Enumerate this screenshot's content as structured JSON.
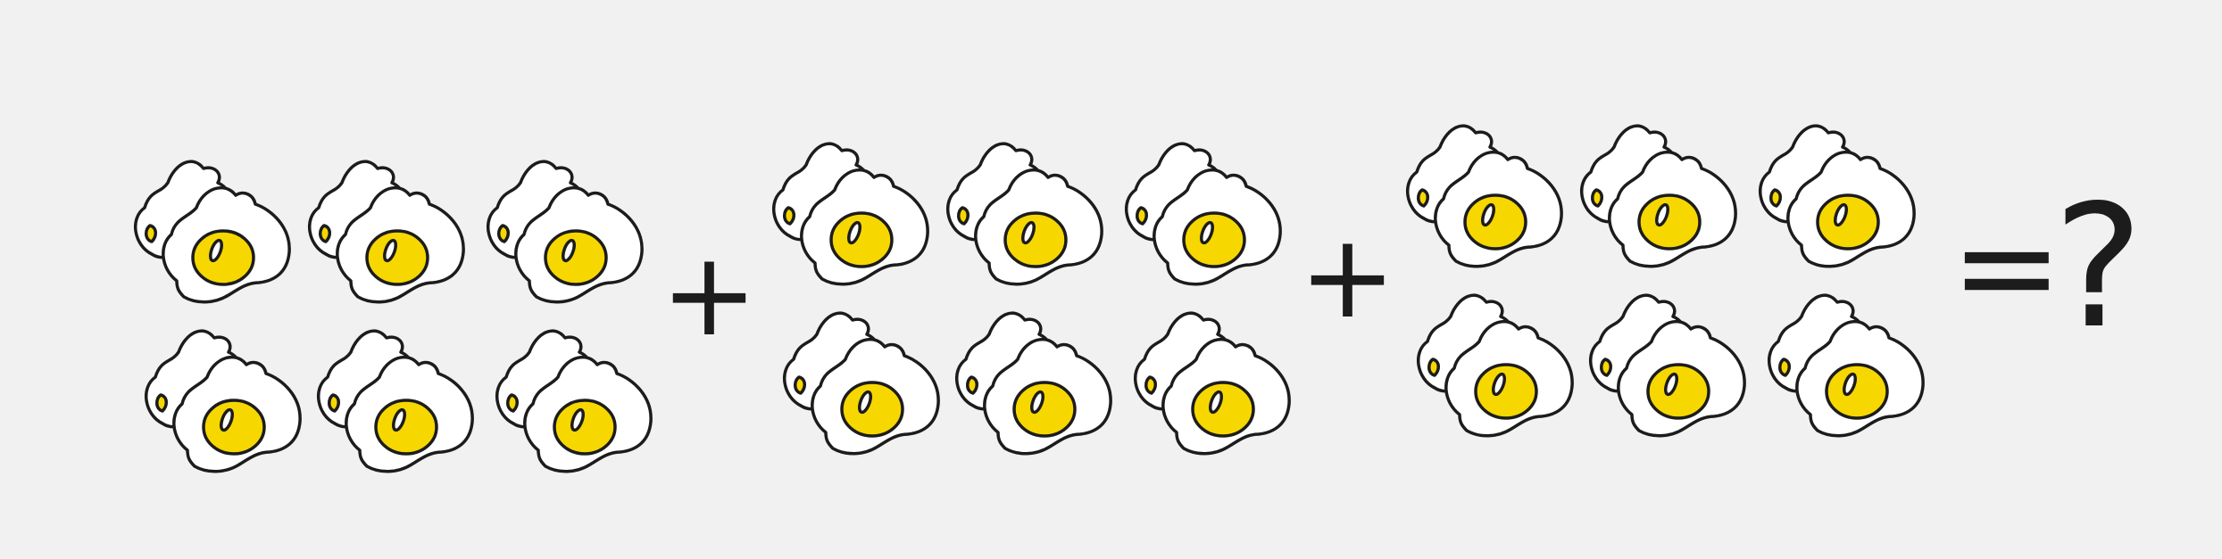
{
  "puzzle": {
    "groups": [
      {
        "egg_icon": "fried-egg-pair-icon",
        "count": 6
      },
      {
        "egg_icon": "fried-egg-pair-icon",
        "count": 6
      },
      {
        "egg_icon": "fried-egg-pair-icon",
        "count": 6
      }
    ],
    "operators": [
      "+",
      "+"
    ],
    "equals": "=",
    "question": "?"
  },
  "colors": {
    "background": "#f1f1f1",
    "egg_white": "#ffffff",
    "yolk": "#f7d700",
    "outline": "#1c1c1c"
  }
}
